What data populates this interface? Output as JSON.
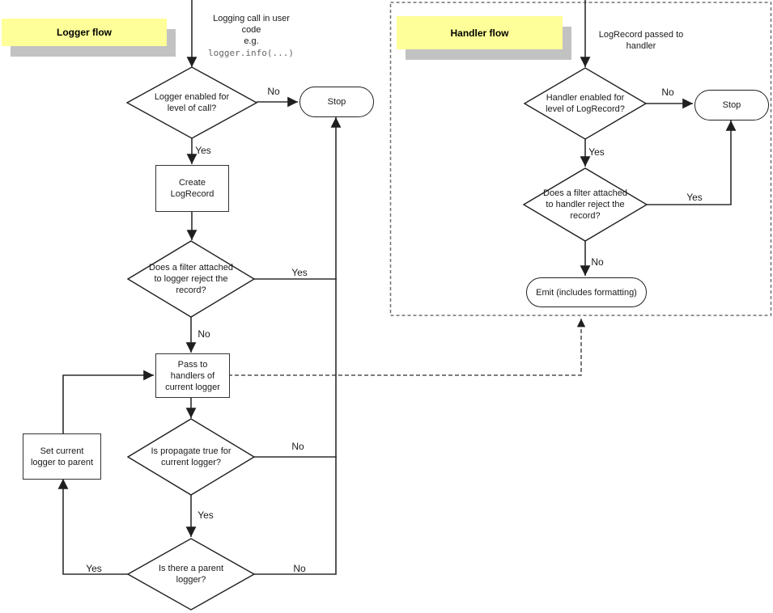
{
  "logger": {
    "title": "Logger flow",
    "entry_text": "Logging call in user\ncode\ne.g.",
    "entry_code": "logger.info(...)",
    "d_enabled": "Logger enabled for\nlevel of call?",
    "stop_label": "Stop",
    "b_create": "Create\nLogRecord",
    "d_filter": "Does a filter attached\nto logger reject the\nrecord?",
    "b_pass": "Pass to\nhandlers of\ncurrent logger",
    "d_propagate": "Is propagate true for\ncurrent logger?",
    "b_set_parent": "Set current\nlogger to parent",
    "d_parent": "Is there a parent\nlogger?",
    "labels": {
      "enabled_no": "No",
      "enabled_yes": "Yes",
      "filter_yes": "Yes",
      "filter_no": "No",
      "propagate_no": "No",
      "propagate_yes": "Yes",
      "parent_yes": "Yes",
      "parent_no": "No"
    }
  },
  "handler": {
    "title": "Handler flow",
    "entry_text": "LogRecord passed to\nhandler",
    "d_enabled": "Handler enabled for\nlevel of LogRecord?",
    "stop_label": "Stop",
    "d_filter": "Does a filter attached\nto handler reject the\nrecord?",
    "emit_label": "Emit (includes formatting)",
    "labels": {
      "enabled_no": "No",
      "enabled_yes": "Yes",
      "filter_yes": "Yes",
      "filter_no": "No"
    }
  },
  "colors": {
    "note_background": "#ffff99",
    "note_shadow": "#c2c2c2",
    "connector_line": "#2e2e2e",
    "shape_border": "#222222",
    "code_text": "#666666",
    "dashed_border": "#707070"
  }
}
